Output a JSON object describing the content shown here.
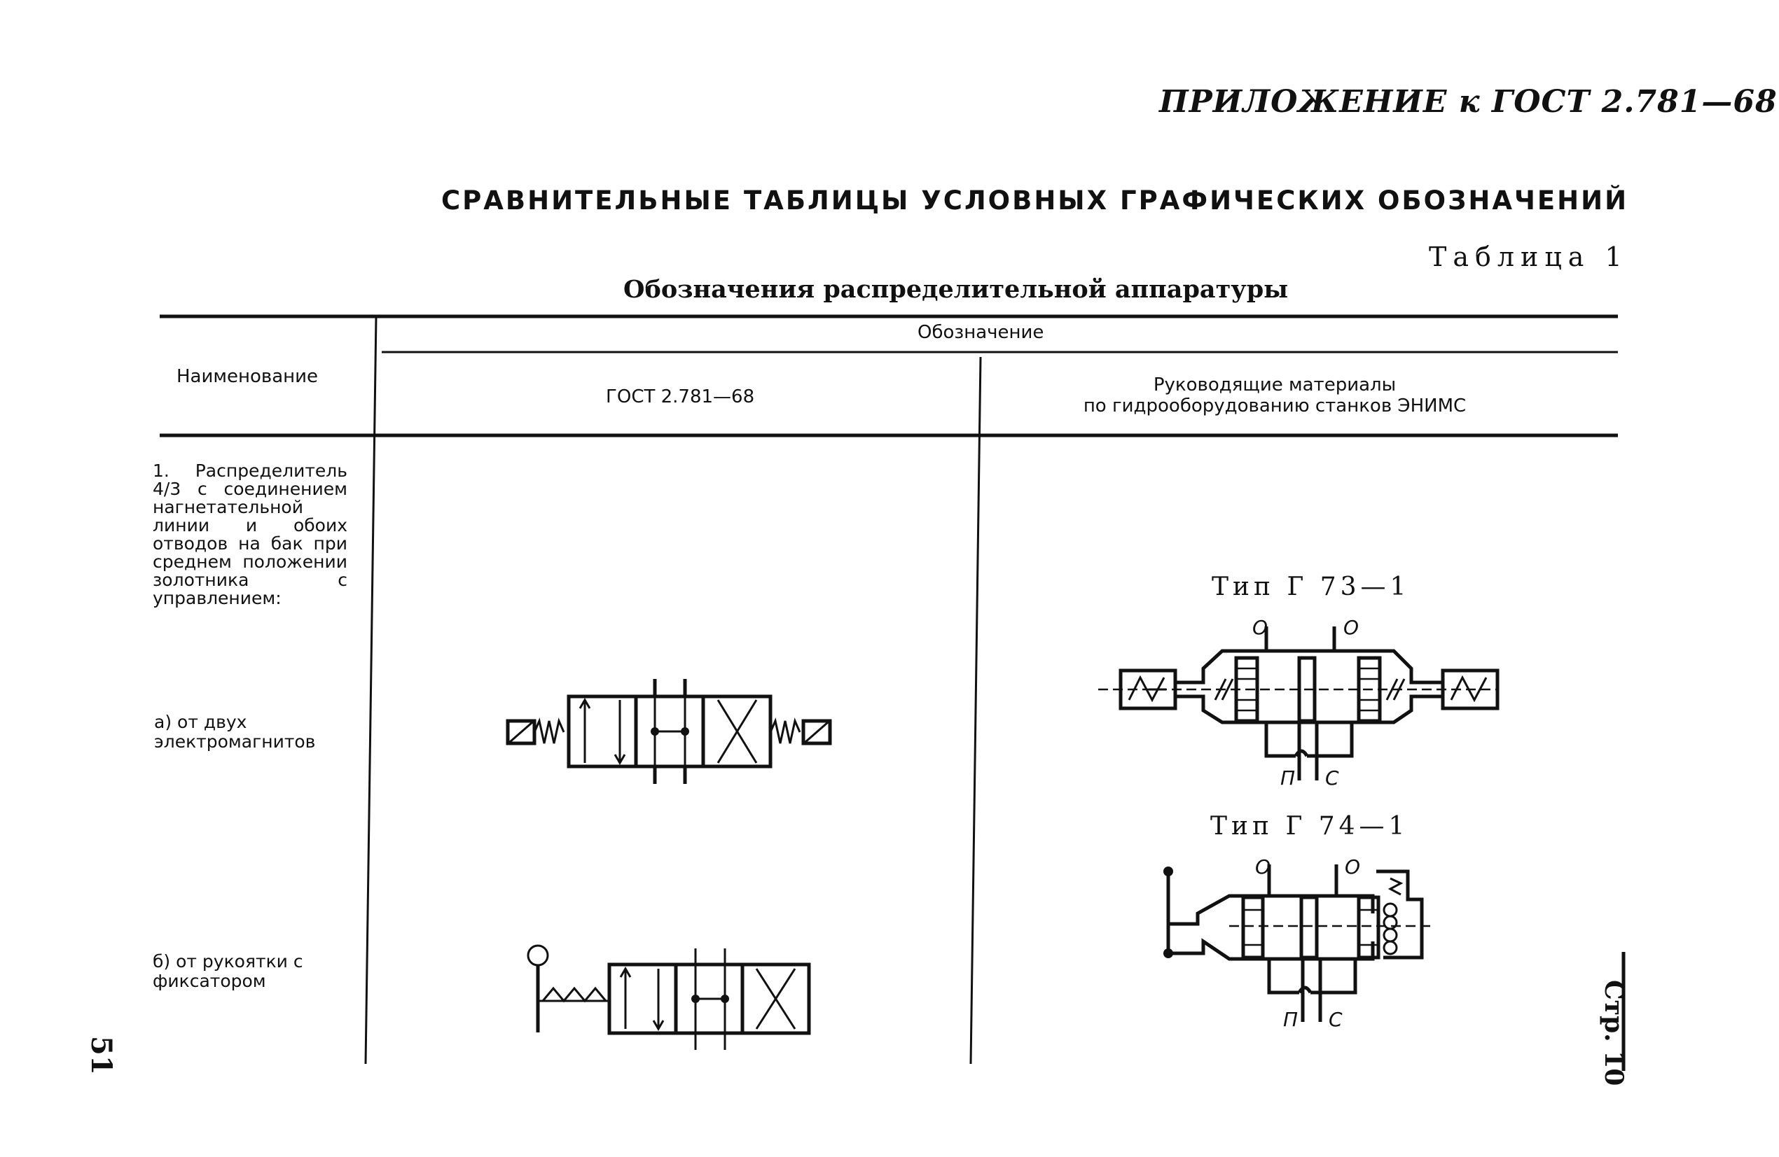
{
  "header": {
    "appendix": "ПРИЛОЖЕНИЕ к ГОСТ 2.781—68",
    "main_title": "СРАВНИТЕЛЬНЫЕ ТАБЛИЦЫ УСЛОВНЫХ ГРАФИЧЕСКИХ ОБОЗНАЧЕНИЙ",
    "table_number": "Таблица 1",
    "table_caption": "Обозначения распределительной аппаратуры"
  },
  "table": {
    "columns": {
      "name": "Наименование",
      "designation": "Обозначение",
      "gost": "ГОСТ 2.781—68",
      "enims_line1": "Руководящие материалы",
      "enims_line2": "по гидрооборудованию станков ЭНИМС"
    },
    "row": {
      "description": "1. Распределитель 4/3 с соединением нагнетательной линии и обоих отводов на бак при среднем положении золотника с управлением:",
      "sub_a": "а) от двух электромагнитов",
      "sub_b": "б) от рукоятки с фиксатором",
      "type_1": "Тип Г 73—1",
      "type_2": "Тип Г 74—1",
      "ports": {
        "o": "О",
        "p": "П",
        "c": "С"
      }
    }
  },
  "page_numbers": {
    "left": "51",
    "right": "Стр. 10"
  }
}
